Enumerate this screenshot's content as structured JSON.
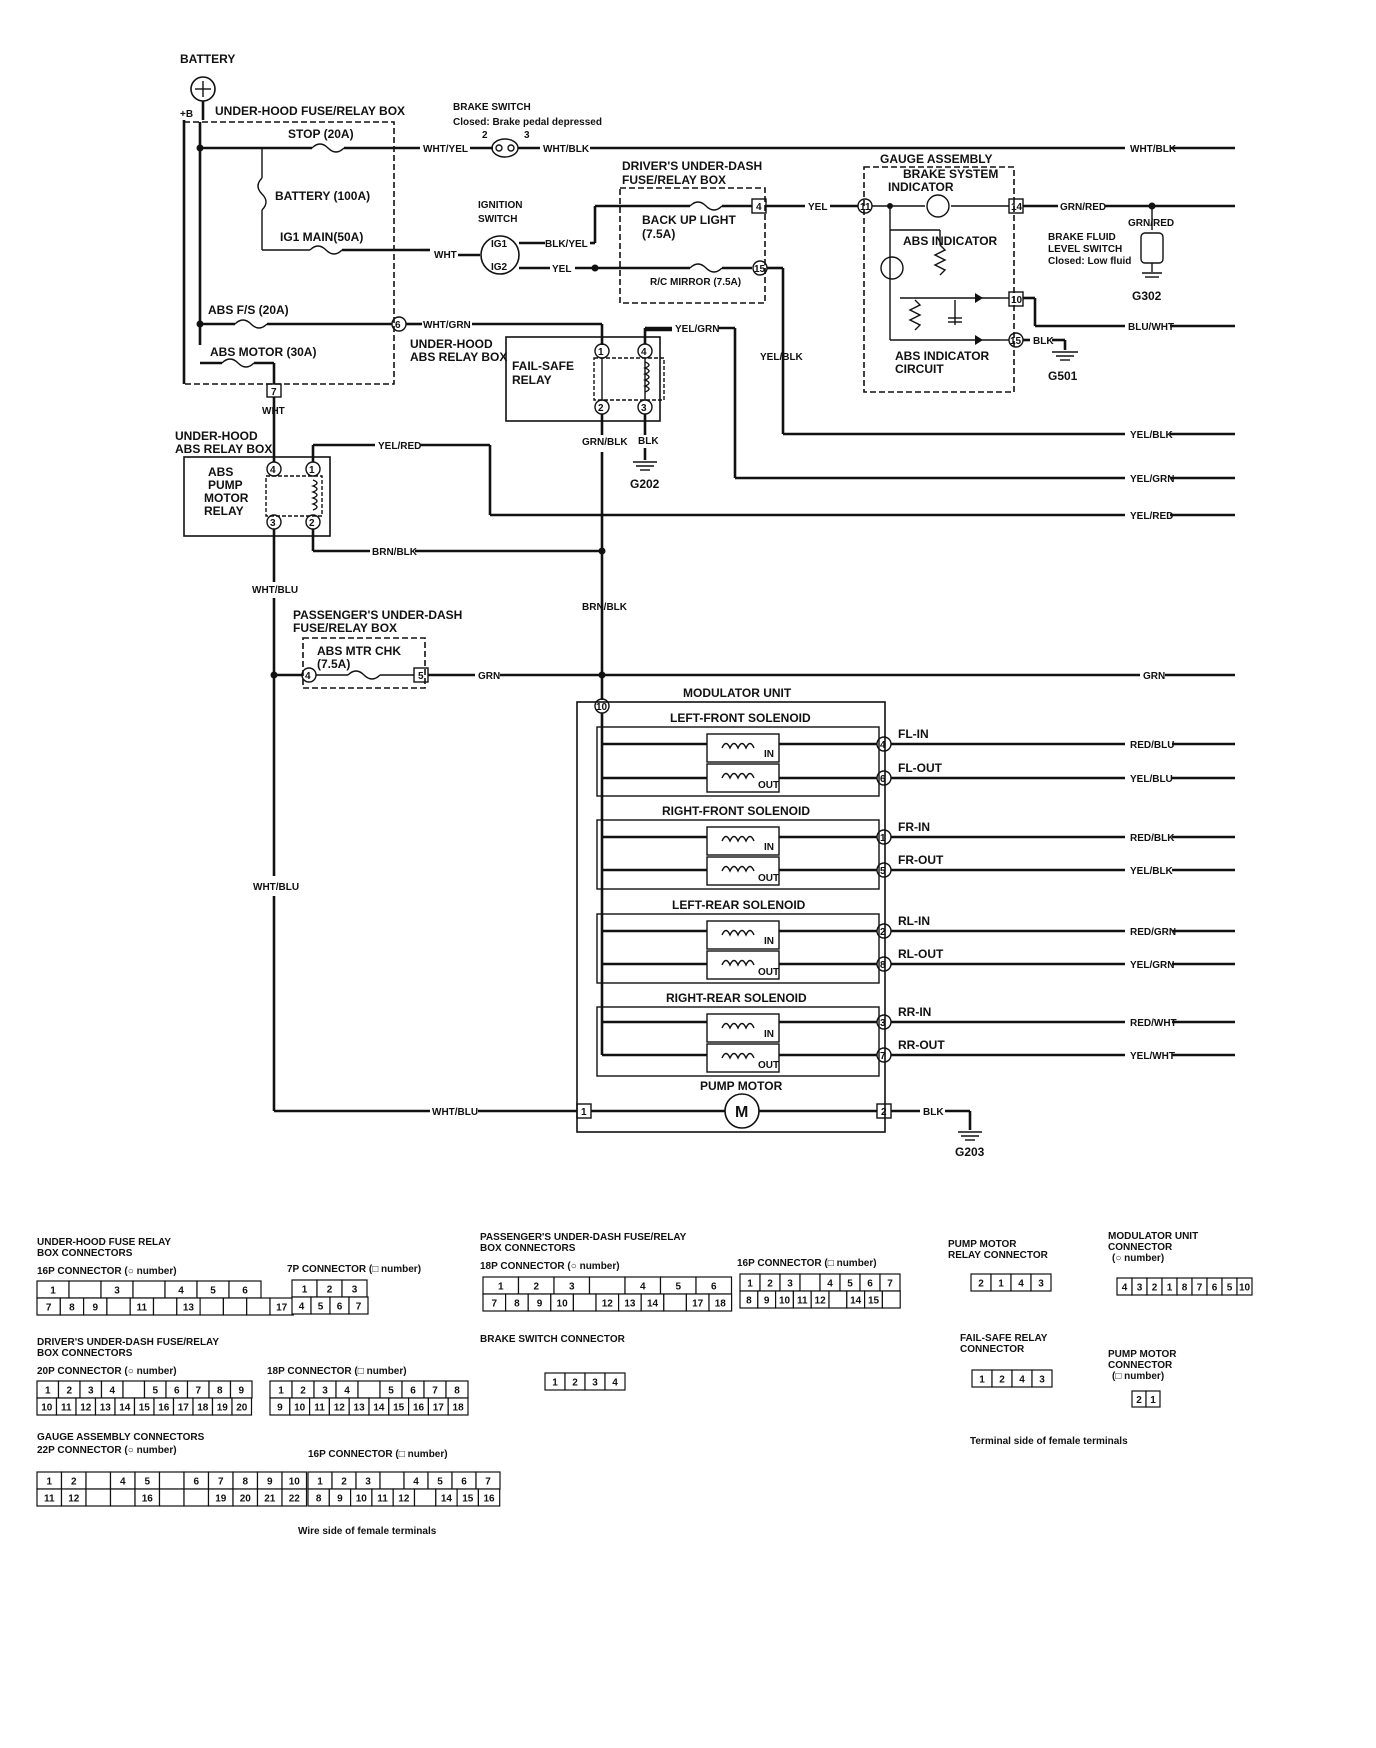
{
  "labels": {
    "battery": "BATTERY",
    "plus_b": "+B",
    "underhood_box": "UNDER-HOOD FUSE/RELAY BOX",
    "stop_fuse": "STOP (20A)",
    "battery_fuse": "BATTERY (100A)",
    "ig1_main": "IG1 MAIN(50A)",
    "abs_fs": "ABS  F/S (20A)",
    "abs_motor_fuse": "ABS MOTOR (30A)",
    "brake_switch": "BRAKE SWITCH",
    "brake_switch_note": "Closed: Brake pedal depressed",
    "ignition_switch_1": "IGNITION",
    "ignition_switch_2": "SWITCH",
    "ig1": "IG1",
    "ig2": "IG2",
    "drivers_box_1": "DRIVER'S UNDER-DASH",
    "drivers_box_2": "FUSE/RELAY BOX",
    "backup_light_1": "BACK UP LIGHT",
    "backup_light_2": "(7.5A)",
    "rc_mirror": "R/C MIRROR (7.5A)",
    "gauge_assembly": "GAUGE ASSEMBLY",
    "brake_system_indicator_1": "BRAKE SYSTEM",
    "brake_system_indicator_2": "INDICATOR",
    "abs_indicator": "ABS INDICATOR",
    "abs_indicator_circuit_1": "ABS INDICATOR",
    "abs_indicator_circuit_2": "CIRCUIT",
    "brake_fluid_1": "BRAKE FLUID",
    "brake_fluid_2": "LEVEL SWITCH",
    "brake_fluid_3": "Closed: Low fluid",
    "g302": "G302",
    "g501": "G501",
    "g202": "G202",
    "g203": "G203",
    "underhood_abs_relay_1": "UNDER-HOOD",
    "underhood_abs_relay_2": "ABS RELAY BOX",
    "failsafe_1": "FAIL-SAFE",
    "failsafe_2": "RELAY",
    "underhood_abs_box_1": "UNDER-HOOD",
    "underhood_abs_box_2": "ABS RELAY BOX",
    "pump_relay_1": "ABS",
    "pump_relay_2": "PUMP",
    "pump_relay_3": "MOTOR",
    "pump_relay_4": "RELAY",
    "pass_box_1": "PASSENGER'S UNDER-DASH",
    "pass_box_2": "FUSE/RELAY BOX",
    "abs_mtr_chk_1": "ABS MTR CHK",
    "abs_mtr_chk_2": "(7.5A)",
    "modulator_unit": "MODULATOR UNIT",
    "lf_solenoid": "LEFT-FRONT SOLENOID",
    "rf_solenoid": "RIGHT-FRONT SOLENOID",
    "lr_solenoid": "LEFT-REAR SOLENOID",
    "rr_solenoid": "RIGHT-REAR SOLENOID",
    "pump_motor": "PUMP MOTOR",
    "motor_m": "M",
    "in": "IN",
    "out": "OUT"
  },
  "wires": {
    "wht_yel": "WHT/YEL",
    "wht_blk": "WHT/BLK",
    "yel": "YEL",
    "grn_red": "GRN/RED",
    "blk_yel": "BLK/YEL",
    "wht": "WHT",
    "wht_grn": "WHT/GRN",
    "yel_grn": "YEL/GRN",
    "yel_blk": "YEL/BLK",
    "blu_wht": "BLU/WHT",
    "blk": "BLK",
    "yel_red": "YEL/RED",
    "grn_blk": "GRN/BLK",
    "brn_blk": "BRN/BLK",
    "wht_blu": "WHT/BLU",
    "grn": "GRN",
    "red_blu": "RED/BLU",
    "yel_blu": "YEL/BLU",
    "red_blk": "RED/BLK",
    "red_grn": "RED/GRN",
    "red_wht": "RED/WHT",
    "yel_wht": "YEL/WHT"
  },
  "solenoid_pins": {
    "fl_in": "FL-IN",
    "fl_out": "FL-OUT",
    "fr_in": "FR-IN",
    "fr_out": "FR-OUT",
    "rl_in": "RL-IN",
    "rl_out": "RL-OUT",
    "rr_in": "RR-IN",
    "rr_out": "RR-OUT"
  },
  "connectors": {
    "underhood_title_1": "UNDER-HOOD FUSE RELAY",
    "underhood_title_2": "BOX CONNECTORS",
    "c16p_o": "16P CONNECTOR  (○ number)",
    "c7p": "7P CONNECTOR  (□ number)",
    "drivers_title_1": "DRIVER'S UNDER-DASH FUSE/RELAY",
    "drivers_title_2": "BOX CONNECTORS",
    "c20p_o": "20P CONNECTOR  (○ number)",
    "c18p_sq": "18P CONNECTOR  (□ number)",
    "gauge_title": "GAUGE ASSEMBLY CONNECTORS",
    "c22p_o": "22P CONNECTOR  (○ number)",
    "c16p_sq": "16P CONNECTOR  (□ number)",
    "wire_side": "Wire  side  of  female  terminals",
    "pass_title_1": "PASSENGER'S UNDER-DASH FUSE/RELAY",
    "pass_title_2": "BOX CONNECTORS",
    "c18p_o": "18P CONNECTOR  (○ number)",
    "c16p_sq2": "16P CONNECTOR  (□ number)",
    "brake_sw_conn": "BRAKE SWITCH CONNECTOR",
    "pump_relay_conn_1": "PUMP MOTOR",
    "pump_relay_conn_2": "RELAY CONNECTOR",
    "failsafe_conn_1": "FAIL-SAFE RELAY",
    "failsafe_conn_2": "CONNECTOR",
    "mod_conn_1": "MODULATOR UNIT",
    "mod_conn_2": "CONNECTOR",
    "mod_conn_3": "(○ number)",
    "pump_motor_conn_1": "PUMP MOTOR",
    "pump_motor_conn_2": "CONNECTOR",
    "pump_motor_conn_3": "(□ number)",
    "terminal_side": "Terminal  side  of  female  terminals"
  },
  "grids": {
    "uh16_top": [
      "1",
      "",
      "3",
      "",
      "4",
      "5",
      "6"
    ],
    "uh16_bot": [
      "7",
      "8",
      "9",
      "",
      "11",
      "",
      "13",
      "",
      "",
      "",
      "17"
    ],
    "uh7_top": [
      "1",
      "2",
      "3"
    ],
    "uh7_bot": [
      "4",
      "5",
      "6",
      "7"
    ],
    "dr20_top": [
      "1",
      "2",
      "3",
      "4",
      "",
      "5",
      "6",
      "7",
      "8",
      "9"
    ],
    "dr20_bot": [
      "10",
      "11",
      "12",
      "13",
      "14",
      "15",
      "16",
      "17",
      "18",
      "19",
      "20"
    ],
    "dr18_top": [
      "1",
      "2",
      "3",
      "4",
      "",
      "5",
      "6",
      "7",
      "8"
    ],
    "dr18_bot": [
      "9",
      "10",
      "11",
      "12",
      "13",
      "14",
      "15",
      "16",
      "17",
      "18"
    ],
    "ga22_top": [
      "1",
      "2",
      "",
      "4",
      "5",
      "",
      "6",
      "7",
      "8",
      "9",
      "10"
    ],
    "ga22_bot": [
      "11",
      "12",
      "",
      "",
      "16",
      "",
      "",
      "19",
      "20",
      "21",
      "22"
    ],
    "ga16_top": [
      "1",
      "2",
      "3",
      "",
      "4",
      "5",
      "6",
      "7"
    ],
    "ga16_bot": [
      "8",
      "9",
      "10",
      "11",
      "12",
      "",
      "14",
      "15",
      "16"
    ],
    "pa18_top": [
      "1",
      "2",
      "3",
      "",
      "4",
      "5",
      "6"
    ],
    "pa18_bot": [
      "7",
      "8",
      "9",
      "10",
      "",
      "12",
      "13",
      "14",
      "",
      "17",
      "18"
    ],
    "pa16_top": [
      "1",
      "2",
      "3",
      "",
      "4",
      "5",
      "6",
      "7"
    ],
    "pa16_bot": [
      "8",
      "9",
      "10",
      "11",
      "12",
      "",
      "14",
      "15",
      ""
    ],
    "bs": [
      "1",
      "2",
      "3",
      "4"
    ],
    "pr": [
      "2",
      "1",
      "4",
      "3"
    ],
    "fs": [
      "1",
      "2",
      "4",
      "3"
    ],
    "mu": [
      "4",
      "3",
      "2",
      "1",
      "8",
      "7",
      "6",
      "5",
      "10"
    ],
    "pm": [
      "2",
      "1"
    ]
  }
}
